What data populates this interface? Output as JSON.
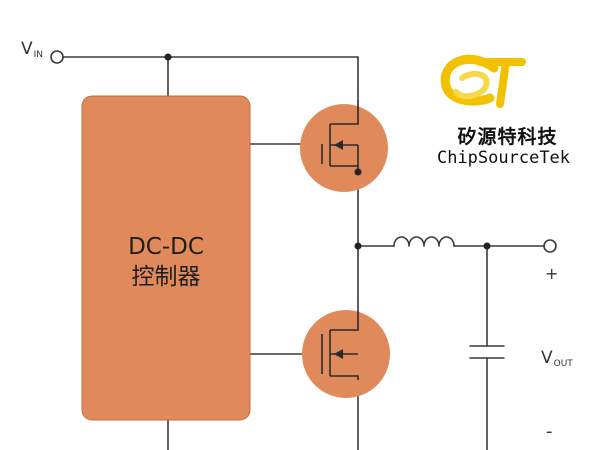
{
  "circuit": {
    "vin": {
      "main": "V",
      "sub": "IN"
    },
    "vout": {
      "main": "V",
      "sub": "OUT"
    },
    "plus": "+",
    "minus": "-",
    "controller": {
      "line1": "DC-DC",
      "line2": "控制器"
    }
  },
  "logo": {
    "name_cn": "矽源特科技",
    "name_en": "ChipSourceTek"
  },
  "colors": {
    "controller_fill": "#E08A5C",
    "mosfet_fill": "#E08A5C",
    "wire": "#3a3a3a",
    "logo_yellow": "#F2C200"
  }
}
